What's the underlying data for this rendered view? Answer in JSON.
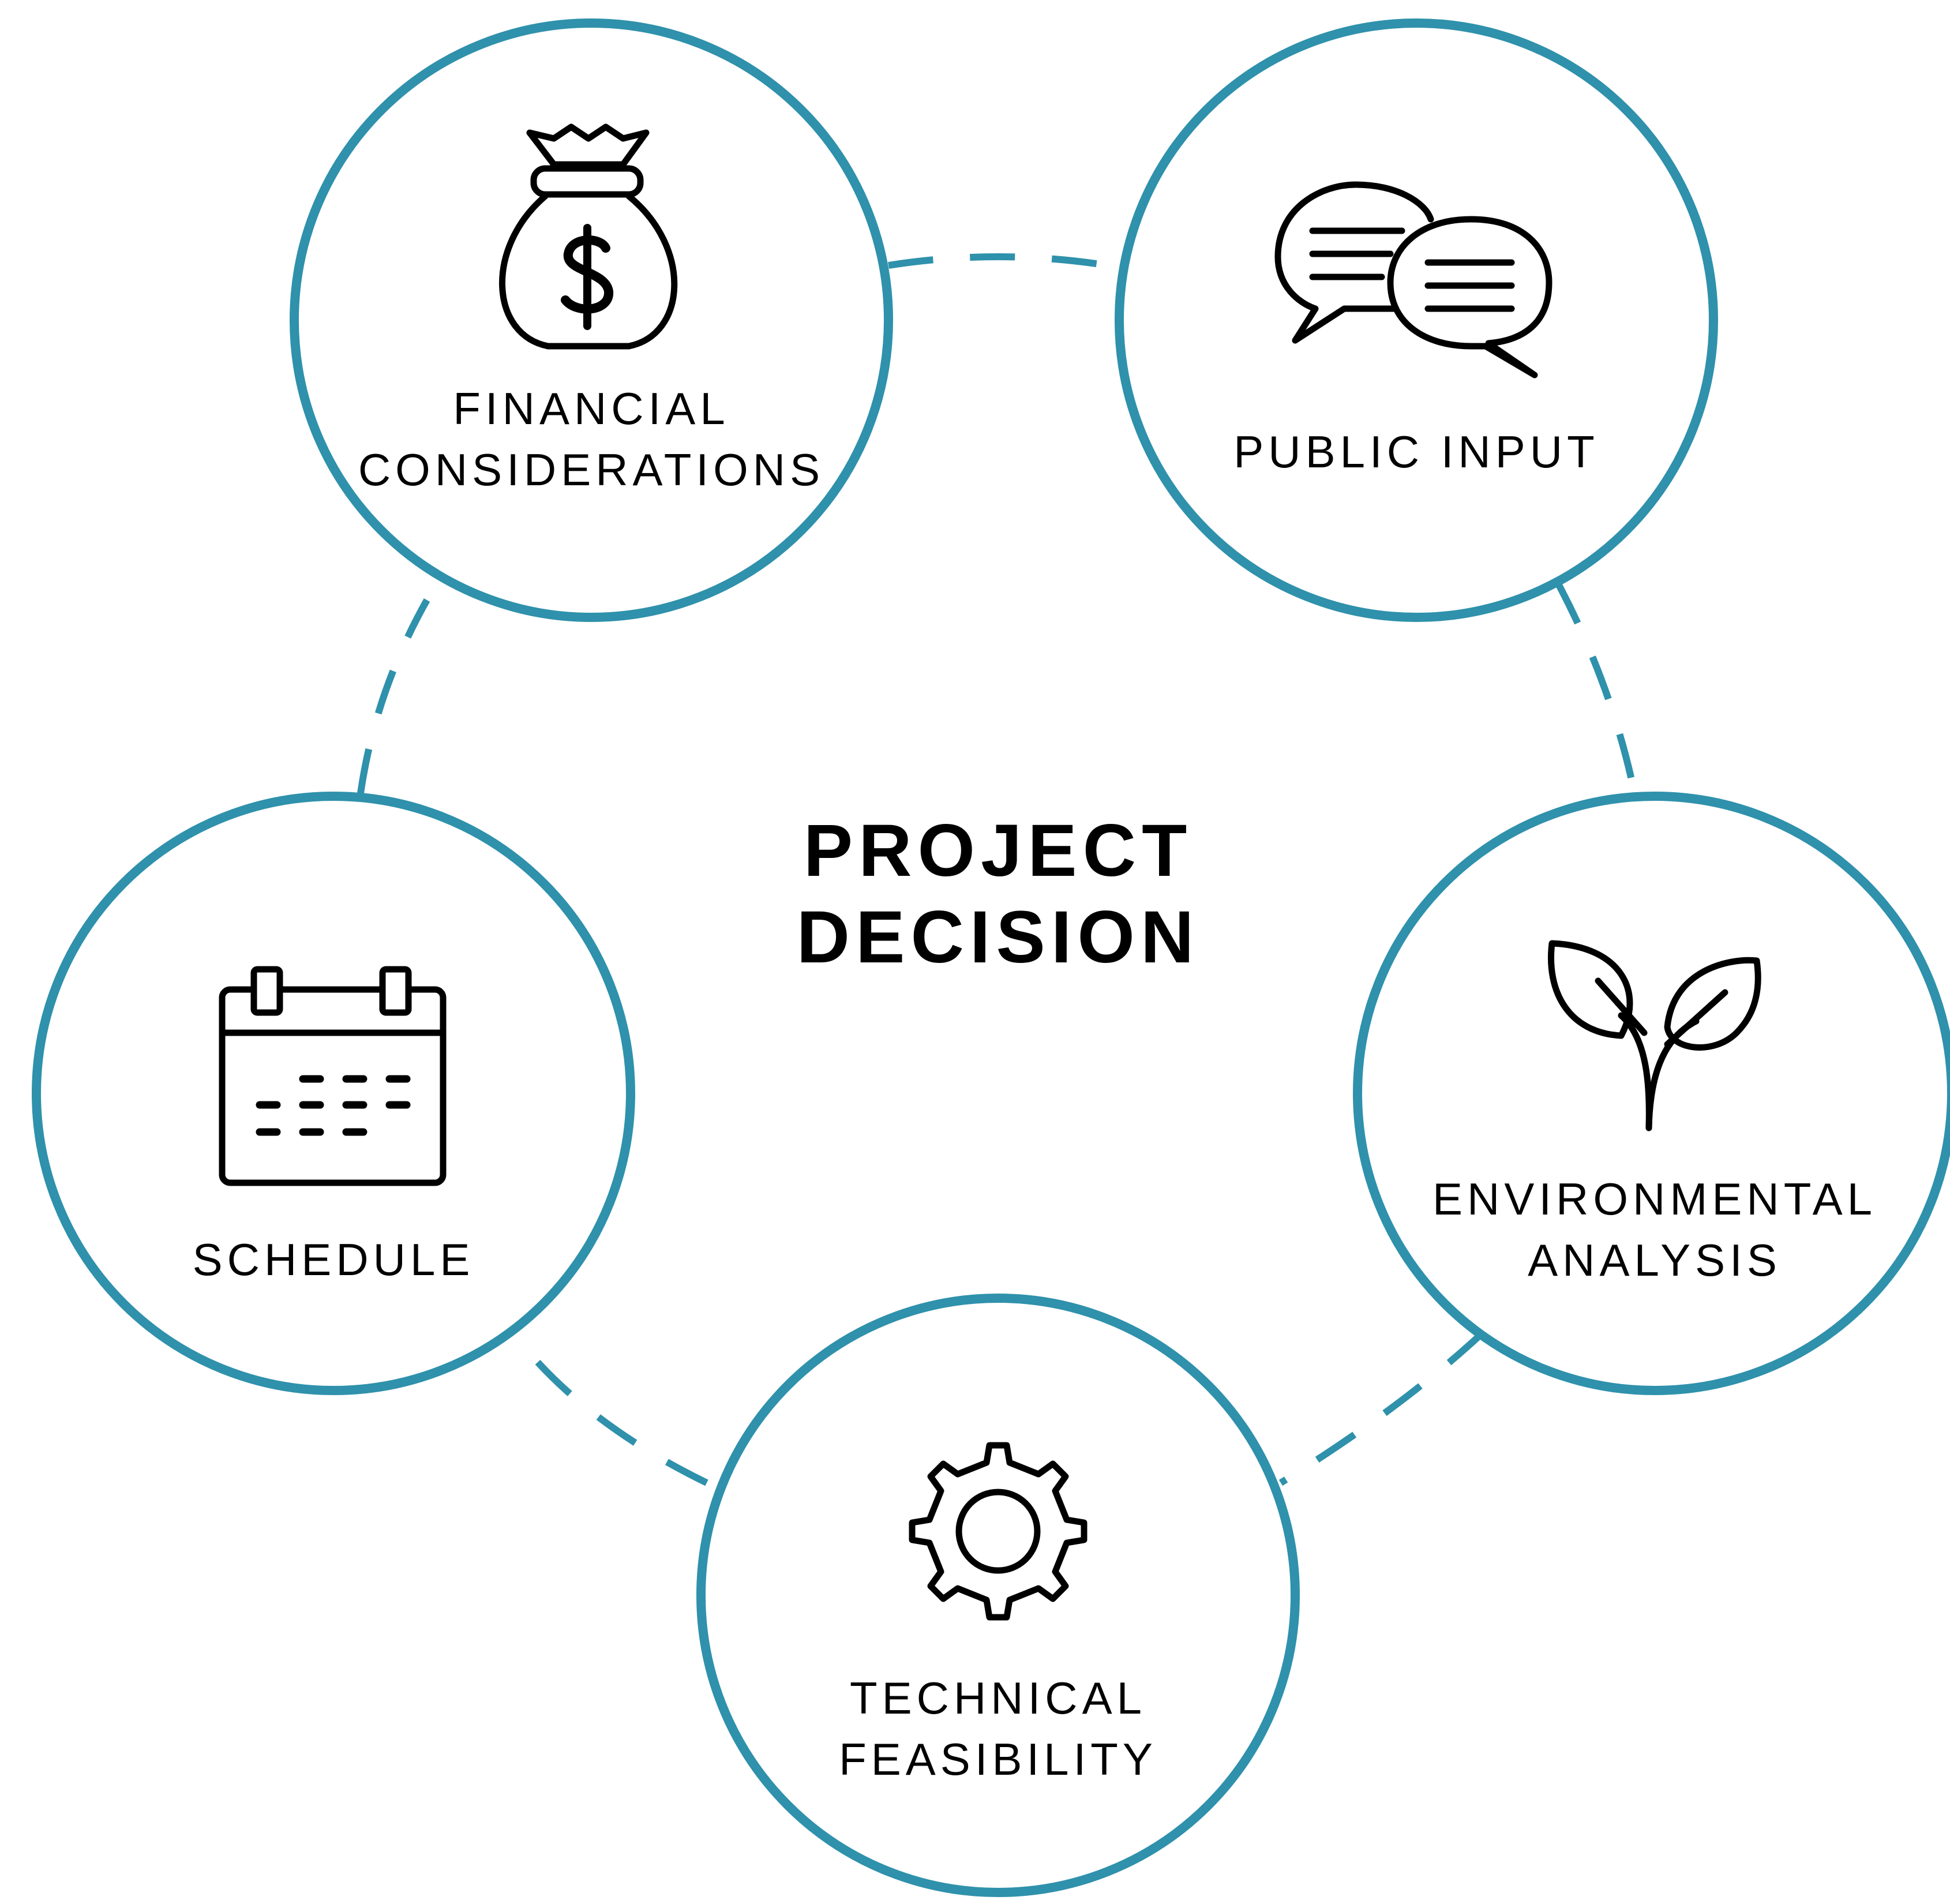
{
  "title": "PROJECT DECISION",
  "title_lines": [
    "PROJECT",
    "DECISION"
  ],
  "nodes": [
    {
      "id": "financial",
      "icon": "money-bag-icon",
      "label_lines": [
        "FINANCIAL",
        "CONSIDERATIONS"
      ]
    },
    {
      "id": "public",
      "icon": "speech-bubbles-icon",
      "label_lines": [
        "PUBLIC INPUT"
      ]
    },
    {
      "id": "environmental",
      "icon": "sprout-icon",
      "label_lines": [
        "ENVIRONMENTAL",
        "ANALYSIS"
      ]
    },
    {
      "id": "technical",
      "icon": "gear-icon",
      "label_lines": [
        "TECHNICAL",
        "FEASIBILITY"
      ]
    },
    {
      "id": "schedule",
      "icon": "calendar-icon",
      "label_lines": [
        "SCHEDULE"
      ]
    }
  ],
  "connectors": [
    [
      "financial",
      "public"
    ],
    [
      "public",
      "environmental"
    ],
    [
      "environmental",
      "technical"
    ],
    [
      "technical",
      "schedule"
    ],
    [
      "schedule",
      "financial"
    ]
  ],
  "colors": {
    "ring": "#2f91ab",
    "icon": "#000000",
    "text": "#000000",
    "background": "#ffffff"
  }
}
